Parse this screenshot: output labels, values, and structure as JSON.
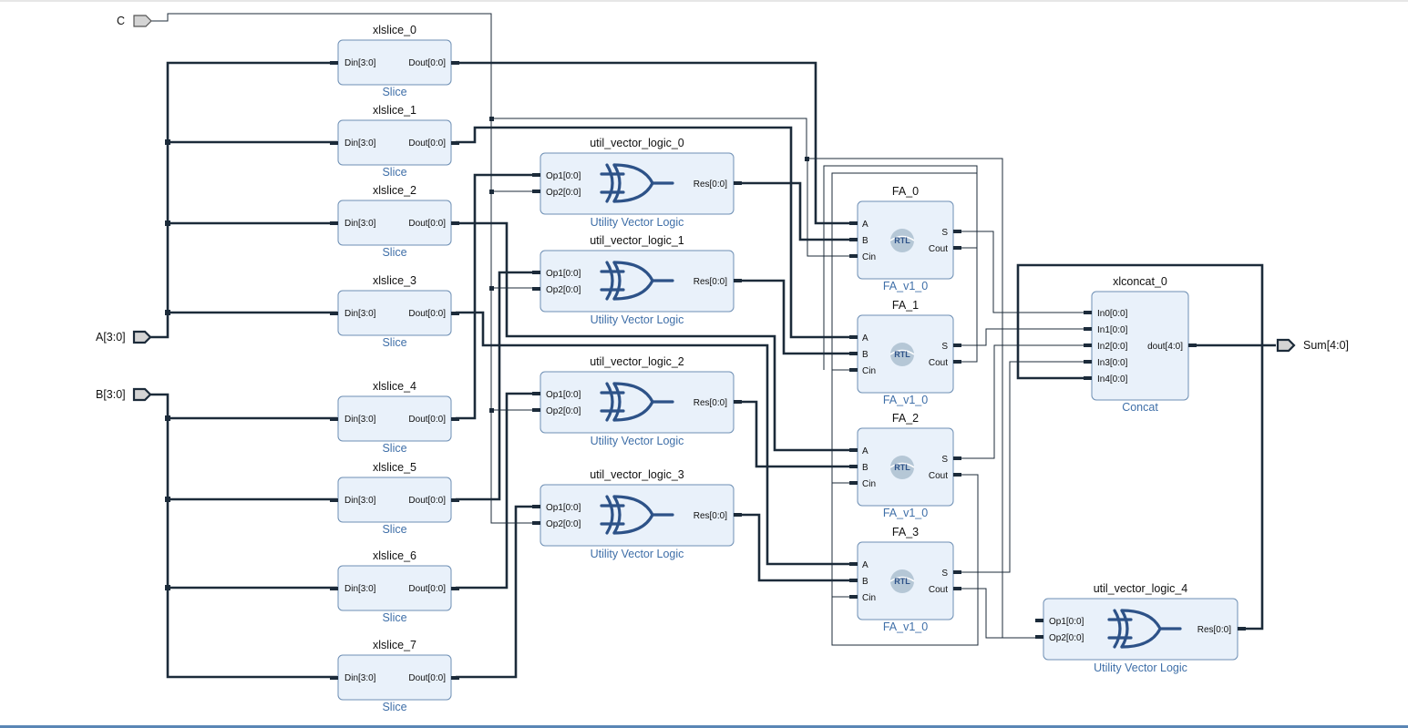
{
  "ports": {
    "c": "C",
    "a": "A[3:0]",
    "b": "B[3:0]",
    "sum": "Sum[4:0]"
  },
  "slices": [
    {
      "name": "xlslice_0",
      "type": "Slice",
      "din": "Din[3:0]",
      "dout": "Dout[0:0]"
    },
    {
      "name": "xlslice_1",
      "type": "Slice",
      "din": "Din[3:0]",
      "dout": "Dout[0:0]"
    },
    {
      "name": "xlslice_2",
      "type": "Slice",
      "din": "Din[3:0]",
      "dout": "Dout[0:0]"
    },
    {
      "name": "xlslice_3",
      "type": "Slice",
      "din": "Din[3:0]",
      "dout": "Dout[0:0]"
    },
    {
      "name": "xlslice_4",
      "type": "Slice",
      "din": "Din[3:0]",
      "dout": "Dout[0:0]"
    },
    {
      "name": "xlslice_5",
      "type": "Slice",
      "din": "Din[3:0]",
      "dout": "Dout[0:0]"
    },
    {
      "name": "xlslice_6",
      "type": "Slice",
      "din": "Din[3:0]",
      "dout": "Dout[0:0]"
    },
    {
      "name": "xlslice_7",
      "type": "Slice",
      "din": "Din[3:0]",
      "dout": "Dout[0:0]"
    }
  ],
  "vector_logic": [
    {
      "name": "util_vector_logic_0",
      "type": "Utility Vector Logic",
      "op1": "Op1[0:0]",
      "op2": "Op2[0:0]",
      "res": "Res[0:0]"
    },
    {
      "name": "util_vector_logic_1",
      "type": "Utility Vector Logic",
      "op1": "Op1[0:0]",
      "op2": "Op2[0:0]",
      "res": "Res[0:0]"
    },
    {
      "name": "util_vector_logic_2",
      "type": "Utility Vector Logic",
      "op1": "Op1[0:0]",
      "op2": "Op2[0:0]",
      "res": "Res[0:0]"
    },
    {
      "name": "util_vector_logic_3",
      "type": "Utility Vector Logic",
      "op1": "Op1[0:0]",
      "op2": "Op2[0:0]",
      "res": "Res[0:0]"
    },
    {
      "name": "util_vector_logic_4",
      "type": "Utility Vector Logic",
      "op1": "Op1[0:0]",
      "op2": "Op2[0:0]",
      "res": "Res[0:0]"
    }
  ],
  "full_adders": [
    {
      "name": "FA_0",
      "type": "FA_v1_0",
      "a": "A",
      "b": "B",
      "cin": "Cin",
      "s": "S",
      "cout": "Cout",
      "logo": "RTL"
    },
    {
      "name": "FA_1",
      "type": "FA_v1_0",
      "a": "A",
      "b": "B",
      "cin": "Cin",
      "s": "S",
      "cout": "Cout",
      "logo": "RTL"
    },
    {
      "name": "FA_2",
      "type": "FA_v1_0",
      "a": "A",
      "b": "B",
      "cin": "Cin",
      "s": "S",
      "cout": "Cout",
      "logo": "RTL"
    },
    {
      "name": "FA_3",
      "type": "FA_v1_0",
      "a": "A",
      "b": "B",
      "cin": "Cin",
      "s": "S",
      "cout": "Cout",
      "logo": "RTL"
    }
  ],
  "concat": {
    "name": "xlconcat_0",
    "type": "Concat",
    "inputs": [
      "In0[0:0]",
      "In1[0:0]",
      "In2[0:0]",
      "In3[0:0]",
      "In4[0:0]"
    ],
    "output": "dout[4:0]"
  },
  "colors": {
    "block_fill": "#e9f1fa",
    "block_border": "#6e8fb4",
    "wire": "#1c2b3a",
    "type_label": "#3f6fa8",
    "gate": "#2d5288",
    "port_fill": "#d4d4d4"
  },
  "icons": {
    "port": "io-port-arrow-icon",
    "gate": "xor-gate-icon",
    "rtl": "rtl-module-icon"
  }
}
